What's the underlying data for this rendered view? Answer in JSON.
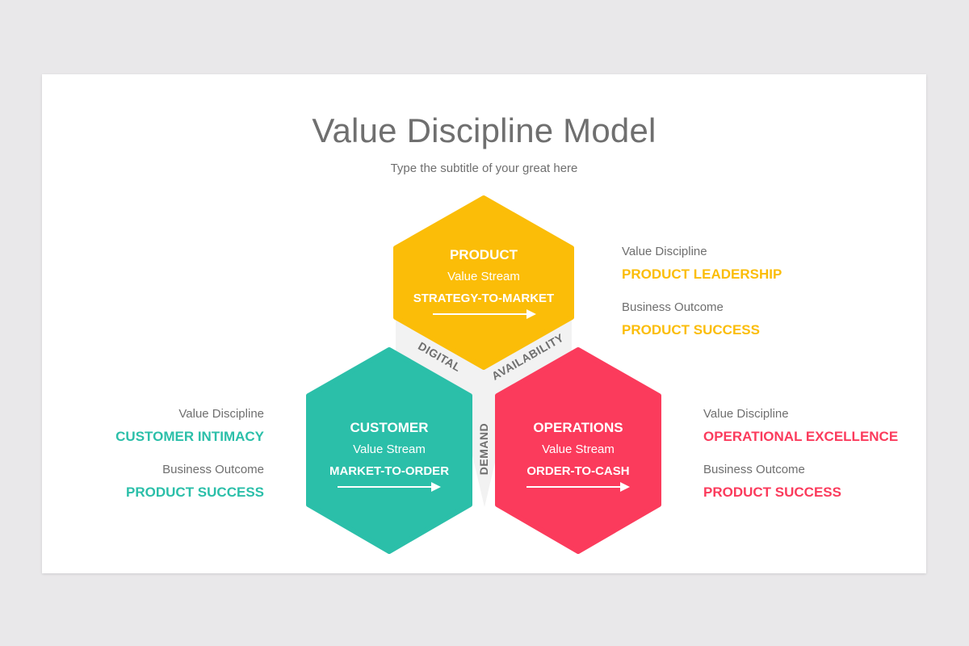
{
  "title": "Value Discipline Model",
  "subtitle": "Type the subtitle of your great here",
  "colors": {
    "product": "#fbbd08",
    "customer": "#2bbfa9",
    "operations": "#fb3b5c",
    "connector": "#f2f2f2",
    "text_gray": "#6f6f6f"
  },
  "hexagons": {
    "product": {
      "name": "PRODUCT",
      "stream": "Value Stream",
      "flow": "STRATEGY-TO-MARKET"
    },
    "customer": {
      "name": "CUSTOMER",
      "stream": "Value Stream",
      "flow": "MARKET-TO-ORDER"
    },
    "operations": {
      "name": "OPERATIONS",
      "stream": "Value Stream",
      "flow": "ORDER-TO-CASH"
    }
  },
  "connectors": {
    "digital": "DIGITAL",
    "availability": "AVAILABILITY",
    "demand": "DEMAND"
  },
  "info": {
    "product": {
      "discipline_label": "Value Discipline",
      "discipline": "PRODUCT LEADERSHIP",
      "outcome_label": "Business Outcome",
      "outcome": "PRODUCT SUCCESS"
    },
    "customer": {
      "discipline_label": "Value Discipline",
      "discipline": "CUSTOMER INTIMACY",
      "outcome_label": "Business Outcome",
      "outcome": "PRODUCT SUCCESS"
    },
    "operations": {
      "discipline_label": "Value Discipline",
      "discipline": "OPERATIONAL EXCELLENCE",
      "outcome_label": "Business Outcome",
      "outcome": "PRODUCT SUCCESS"
    }
  }
}
